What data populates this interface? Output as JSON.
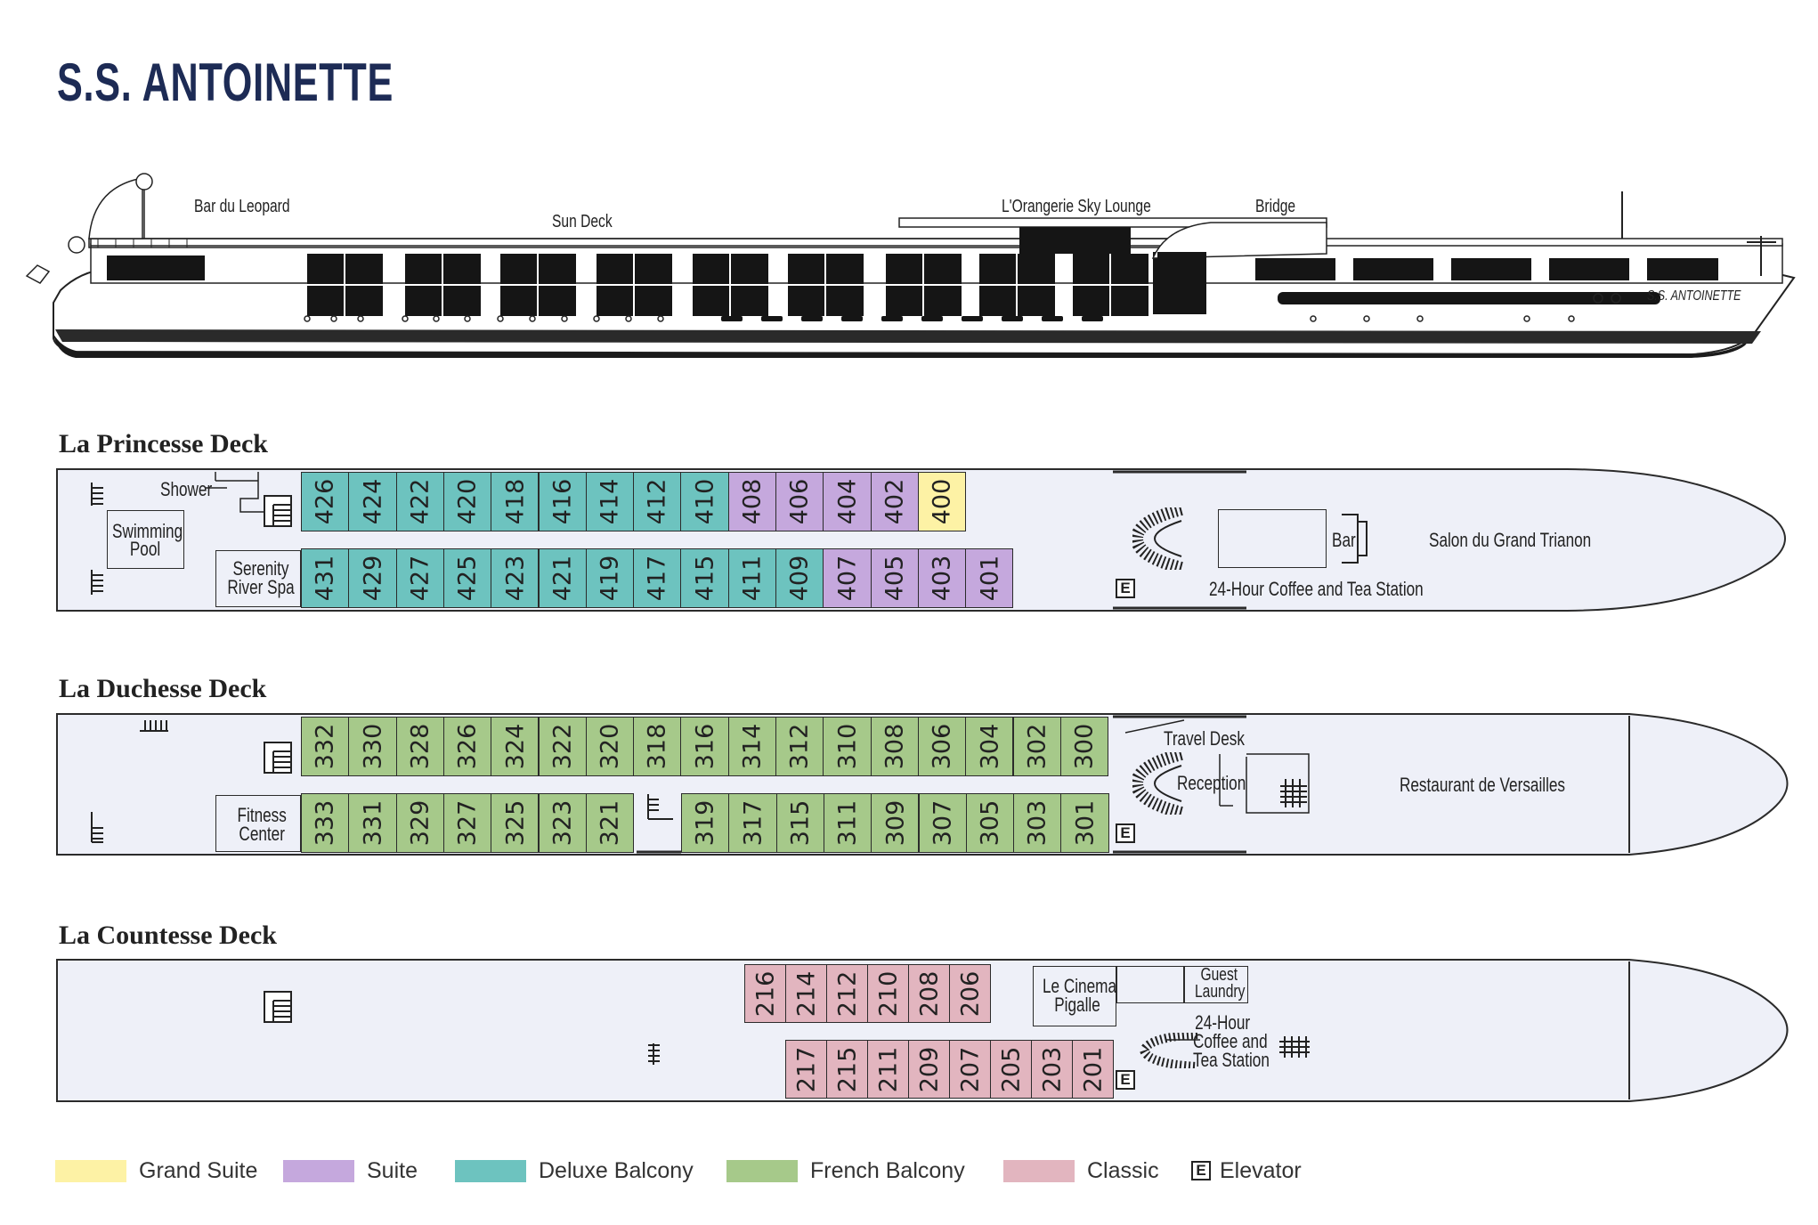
{
  "title": "S.S. ANTOINETTE",
  "profile": {
    "labels": {
      "bar": "Bar du Leopard",
      "sun": "Sun Deck",
      "lounge": "L'Orangerie Sky Lounge",
      "bridge": "Bridge",
      "hull_name": "S.S. ANTOINETTE"
    }
  },
  "decks": {
    "princesse": {
      "name": "La Princesse Deck",
      "shower": "Shower",
      "pool_1": "Swimming",
      "pool_2": "Pool",
      "spa_1": "Serenity",
      "spa_2": "River Spa",
      "bar": "Bar",
      "coffee": "24-Hour Coffee and Tea Station",
      "salon": "Salon du Grand Trianon",
      "elevator": "E",
      "top_row": [
        {
          "n": "426",
          "c": "db"
        },
        {
          "n": "424",
          "c": "db"
        },
        {
          "n": "422",
          "c": "db"
        },
        {
          "n": "420",
          "c": "db"
        },
        {
          "n": "418",
          "c": "db"
        },
        {
          "n": "416",
          "c": "db"
        },
        {
          "n": "414",
          "c": "db"
        },
        {
          "n": "412",
          "c": "db"
        },
        {
          "n": "410",
          "c": "db"
        },
        {
          "n": "408",
          "c": "su"
        },
        {
          "n": "406",
          "c": "su"
        },
        {
          "n": "404",
          "c": "su"
        },
        {
          "n": "402",
          "c": "su"
        },
        {
          "n": "400",
          "c": "gs"
        }
      ],
      "bottom_row": [
        {
          "n": "431",
          "c": "db"
        },
        {
          "n": "429",
          "c": "db"
        },
        {
          "n": "427",
          "c": "db"
        },
        {
          "n": "425",
          "c": "db"
        },
        {
          "n": "423",
          "c": "db"
        },
        {
          "n": "421",
          "c": "db"
        },
        {
          "n": "419",
          "c": "db"
        },
        {
          "n": "417",
          "c": "db"
        },
        {
          "n": "415",
          "c": "db"
        },
        {
          "n": "411",
          "c": "db"
        },
        {
          "n": "409",
          "c": "db"
        },
        {
          "n": "407",
          "c": "su"
        },
        {
          "n": "405",
          "c": "su"
        },
        {
          "n": "403",
          "c": "su"
        },
        {
          "n": "401",
          "c": "su"
        }
      ]
    },
    "duchesse": {
      "name": "La Duchesse Deck",
      "fitness_1": "Fitness",
      "fitness_2": "Center",
      "travel": "Travel Desk",
      "reception": "Reception",
      "restaurant": "Restaurant de Versailles",
      "elevator": "E",
      "top_row": [
        "332",
        "330",
        "328",
        "326",
        "324",
        "322",
        "320",
        "318",
        "316",
        "314",
        "312",
        "310",
        "308",
        "306",
        "304",
        "302",
        "300"
      ],
      "bottom_left": [
        "333",
        "331",
        "329",
        "327",
        "325",
        "323",
        "321"
      ],
      "bottom_right": [
        "319",
        "317",
        "315",
        "311",
        "309",
        "307",
        "305",
        "303",
        "301"
      ]
    },
    "countesse": {
      "name": "La Countesse Deck",
      "cinema_1": "Le Cinema",
      "cinema_2": "Pigalle",
      "laundry_1": "Guest",
      "laundry_2": "Laundry",
      "coffee_1": "24-Hour",
      "coffee_2": "Coffee and",
      "coffee_3": "Tea Station",
      "elevator": "E",
      "top_row": [
        "216",
        "214",
        "212",
        "210",
        "208",
        "206"
      ],
      "bottom_row": [
        "217",
        "215",
        "211",
        "209",
        "207",
        "205",
        "203",
        "201"
      ]
    }
  },
  "legend": [
    {
      "label": "Grand Suite",
      "color": "#fdf2a5"
    },
    {
      "label": "Suite",
      "color": "#c5a8dd"
    },
    {
      "label": "Deluxe Balcony",
      "color": "#6dc3bf"
    },
    {
      "label": "French Balcony",
      "color": "#a6c98a"
    },
    {
      "label": "Classic",
      "color": "#e2b5bf"
    }
  ],
  "legend_elevator": {
    "symbol": "E",
    "label": "Elevator"
  }
}
